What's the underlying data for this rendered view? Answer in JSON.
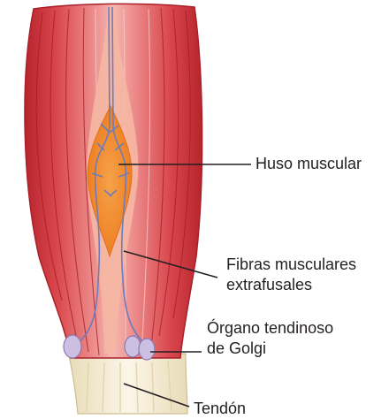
{
  "labels": {
    "huso_muscular": "Huso muscular",
    "fibras": [
      "Fibras musculares",
      "extrafusales"
    ],
    "organo_golgi": [
      "Órgano tendinoso",
      "de Golgi"
    ],
    "tendon": "Tendón"
  },
  "colors": {
    "muscle_dark": "#c42f37",
    "muscle_mid": "#e0565a",
    "muscle_light": "#f2a0a0",
    "muscle_highlight": "#f7c3c0",
    "spindle": "#f08a2a",
    "spindle_light": "#f8b86a",
    "nerve": "#6878b8",
    "golgi": "#c9bde0",
    "golgi_stroke": "#8a7aae",
    "tendon": "#f1e8cf",
    "tendon_stroke": "#c9b98e",
    "leader_line": "#231f20",
    "text": "#231f20"
  }
}
